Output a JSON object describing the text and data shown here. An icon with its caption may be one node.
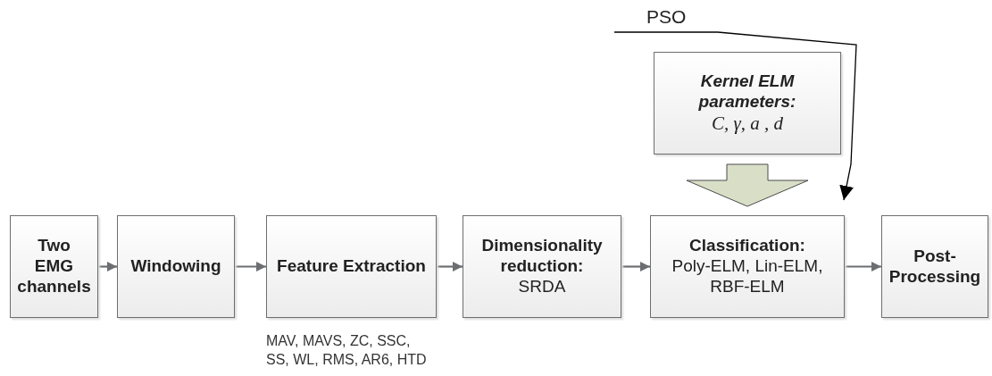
{
  "diagram": {
    "nodes": [
      {
        "text": [
          "Two EMG channels"
        ]
      },
      {
        "text": [
          "Windowing"
        ]
      },
      {
        "text": [
          "Feature Extraction"
        ],
        "beside": [
          "MAV, MAVS, ZC, SSC, SS, WL, RMS, AR6, HTD"
        ]
      },
      {
        "text": [
          "Dimensionality reduction:",
          "SRDA"
        ]
      },
      {
        "text": [
          "Classification:",
          "Poly-ELM, Lin-ELM, RBF-ELM"
        ]
      },
      {
        "text": [
          "Post-Processing"
        ]
      },
      {
        "text": [
          "Kernel ELM parameters:",
          "C, γ, a , d"
        ]
      },
      {
        "text": [
          "PSO"
        ]
      }
    ],
    "edges": [
      {
        "from": 0,
        "to": 1,
        "arrow": "to"
      },
      {
        "from": 1,
        "to": 2,
        "arrow": "to"
      },
      {
        "from": 2,
        "to": 3,
        "arrow": "to"
      },
      {
        "from": 3,
        "to": 4,
        "arrow": "to"
      },
      {
        "from": 4,
        "to": 5,
        "arrow": "to"
      },
      {
        "from": 6,
        "to": 4,
        "arrow": "to",
        "style": "thick",
        "color": "#d9dfc6"
      },
      {
        "from": 7,
        "to": 4,
        "arrow": "to",
        "color": "#000000"
      }
    ]
  }
}
